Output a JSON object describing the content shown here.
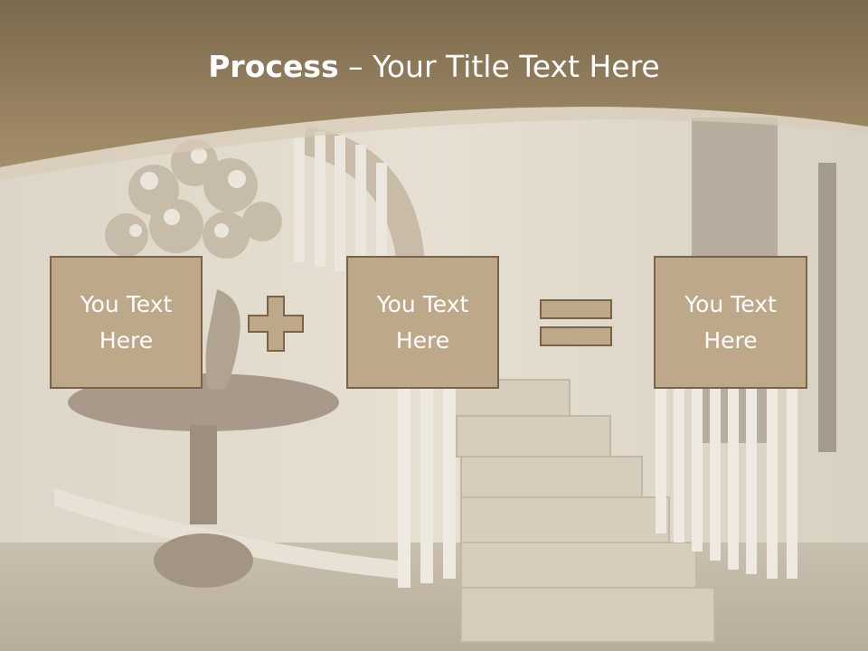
{
  "slide": {
    "title_bold": "Process",
    "title_rest": " – Your Title Text Here",
    "boxes": [
      {
        "text": "You Text Here"
      },
      {
        "text": "You Text Here"
      },
      {
        "text": "You Text Here"
      }
    ],
    "operators": [
      "plus-icon",
      "equals-icon"
    ]
  },
  "colors": {
    "header_top": "#7b6a4d",
    "header_bottom": "#a58e6a",
    "box_fill": "#bda889",
    "box_border": "#7a6349",
    "background": "#dcd4c6"
  }
}
